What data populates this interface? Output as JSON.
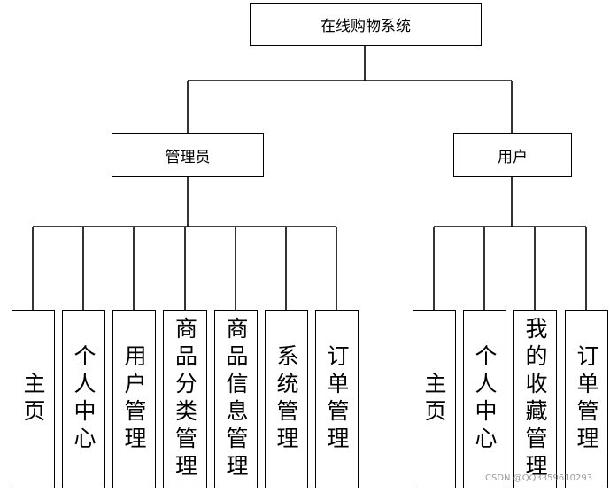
{
  "root": {
    "label": "在线购物系统"
  },
  "groups": [
    {
      "label": "管理员",
      "modules": [
        "主页",
        "个人中心",
        "用户管理",
        "商品分类管理",
        "商品信息管理",
        "系统管理",
        "订单管理"
      ]
    },
    {
      "label": "用户",
      "modules": [
        "主页",
        "个人中心",
        "我的收藏管理",
        "订单管理"
      ]
    }
  ],
  "watermark": "CSDN @QQ3359610293"
}
